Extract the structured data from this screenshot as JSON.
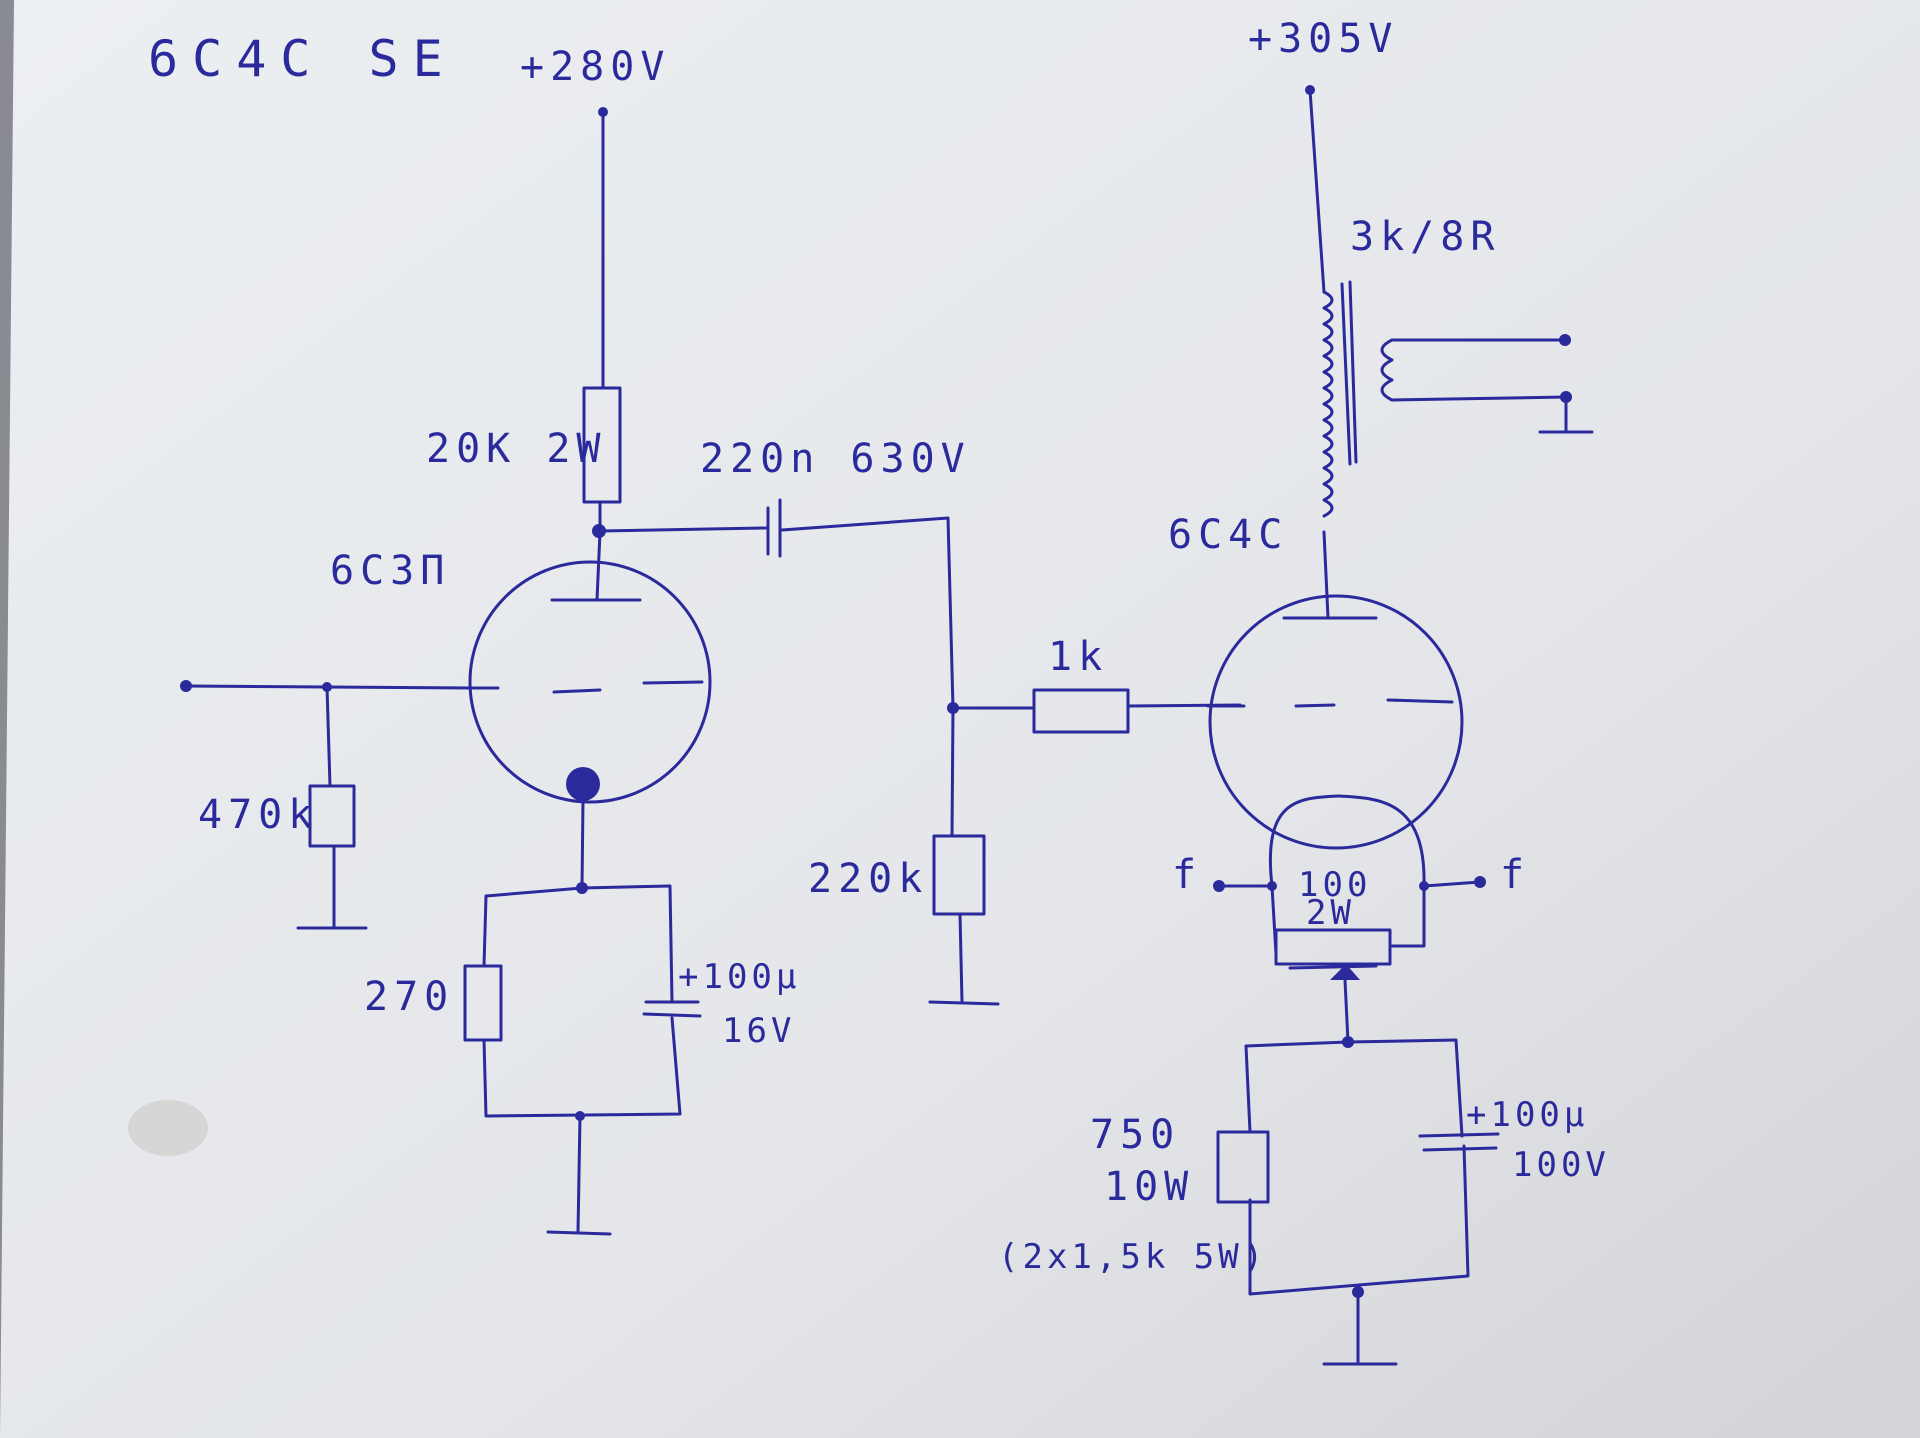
{
  "diagram": {
    "title": "6C4C SE",
    "supply_driver": "+280V",
    "supply_output": "+305V",
    "driver_tube": "6C3Π",
    "output_tube": "6C4C",
    "output_transformer": "3k/8R",
    "plate_load_resistor": "20K 2W",
    "coupling_cap": "220n 630V",
    "grid_leak_input": "470k",
    "cathode_resistor_driver": "270",
    "cathode_cap_driver_value": "+100µ",
    "cathode_cap_driver_voltage": "16V",
    "grid_leak_output": "220k",
    "grid_stopper": "1k",
    "heater_left": "f",
    "heater_right": "f",
    "hum_pot_value": "100",
    "hum_pot_power": "2W",
    "cathode_resistor_output_value": "750",
    "cathode_resistor_output_power": "10W",
    "cathode_resistor_output_note": "(2x1,5k 5W)",
    "cathode_cap_output_value": "+100µ",
    "cathode_cap_output_voltage": "100V"
  }
}
